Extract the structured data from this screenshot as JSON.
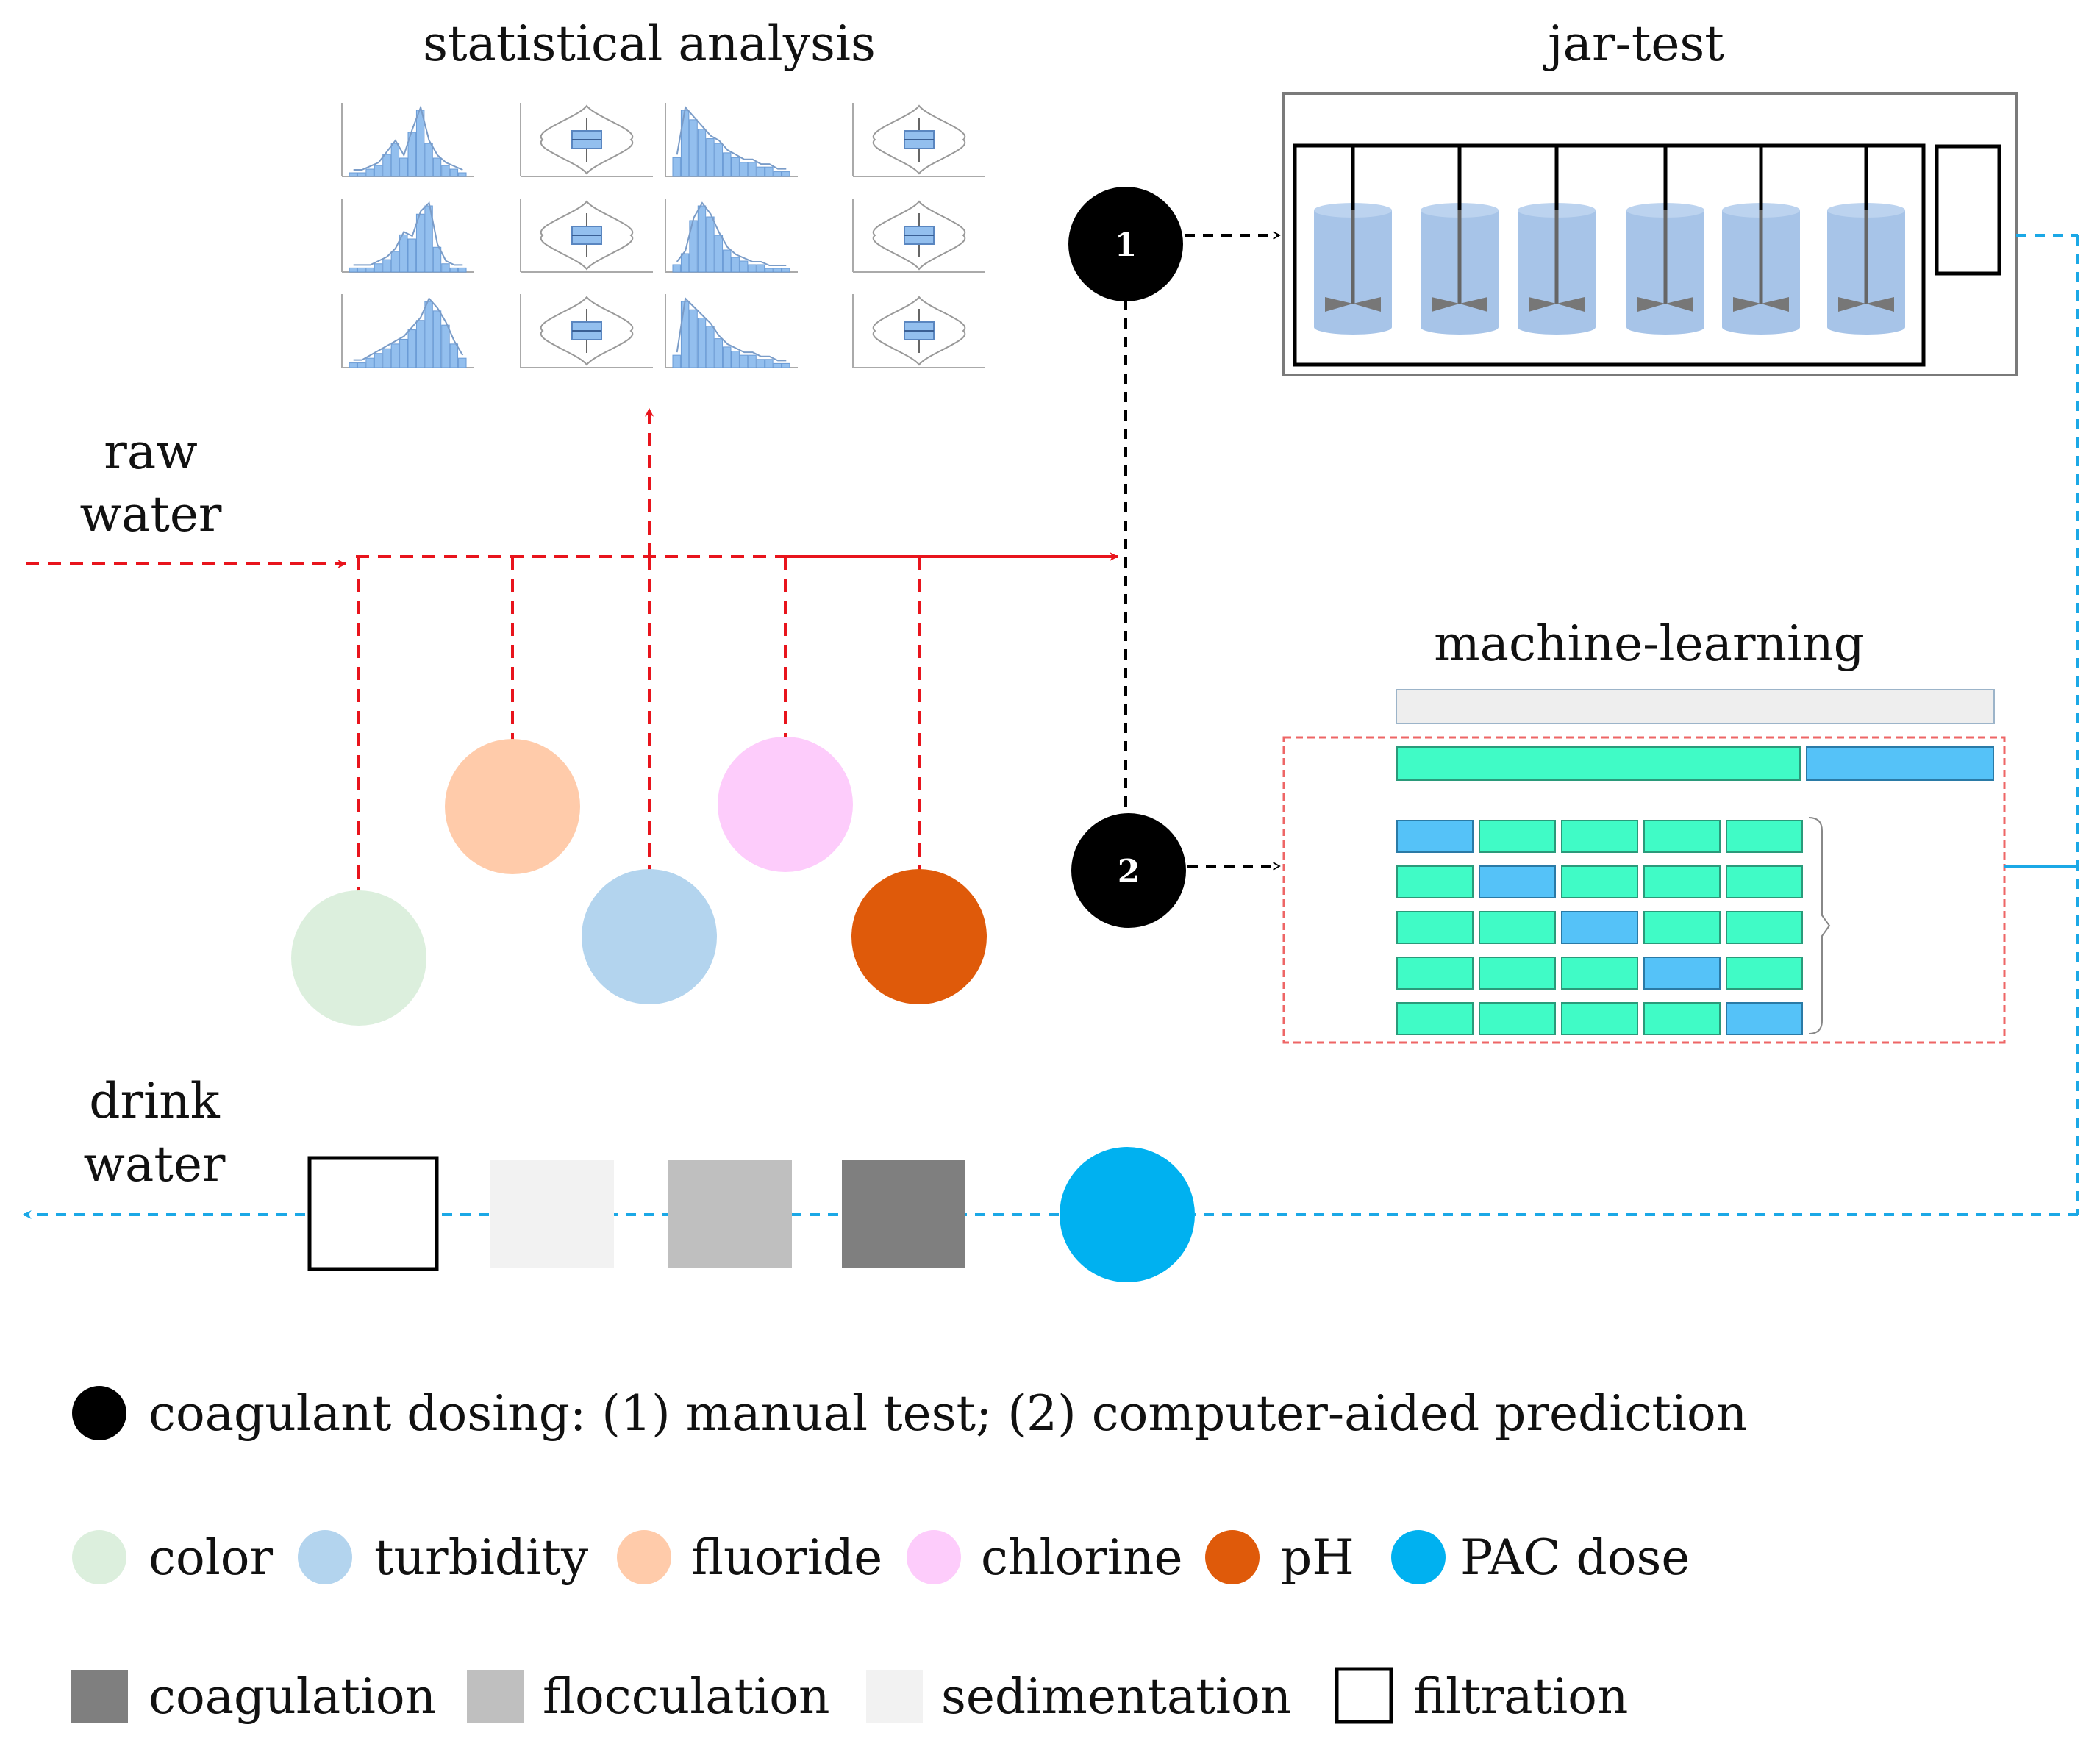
{
  "labels": {
    "statistical_analysis": "statistical analysis",
    "jar_test": "jar-test",
    "raw_water": [
      "raw",
      "water"
    ],
    "machine_learning": "machine-learning",
    "drink_water": [
      "drink",
      "water"
    ]
  },
  "step_markers": [
    "1",
    "2"
  ],
  "legend": {
    "dosing": "coagulant dosing: (1) manual test; (2) computer-aided prediction",
    "parameters": [
      {
        "key": "color",
        "label": "color",
        "color": "#DCEFDD"
      },
      {
        "key": "turbidity",
        "label": "turbidity",
        "color": "#B3D4EE"
      },
      {
        "key": "fluoride",
        "label": "fluoride",
        "color": "#FFCBAA"
      },
      {
        "key": "chlorine",
        "label": "chlorine",
        "color": "#FDCCFB"
      },
      {
        "key": "ph",
        "label": "pH",
        "color": "#DF5A0A"
      },
      {
        "key": "pac",
        "label": "PAC dose",
        "color": "#00B1F0"
      }
    ],
    "processes": [
      {
        "key": "coagulation",
        "label": "coagulation",
        "color": "#7F7F7F"
      },
      {
        "key": "flocculation",
        "label": "flocculation",
        "color": "#BFBFBF"
      },
      {
        "key": "sedimentation",
        "label": "sedimentation",
        "color": "#F2F2F2"
      },
      {
        "key": "filtration",
        "label": "filtration",
        "color": "#FFFFFF"
      }
    ]
  },
  "colors": {
    "raw_flow": "#E8141C",
    "treated_flow": "#1BA8E6",
    "dosing_marker": "#000000",
    "jar_fill": "#A7C4E8",
    "impeller": "#777777",
    "ml_cell_green": "#40FBC6",
    "ml_cell_blue": "#55C2F8",
    "ml_header_grey": "#EEEEEE",
    "ml_frame": "#EE6666",
    "stats_bar": "#93BFEE"
  },
  "jar_count": 6,
  "ml_grid": {
    "rows": 5,
    "cols": 5
  }
}
